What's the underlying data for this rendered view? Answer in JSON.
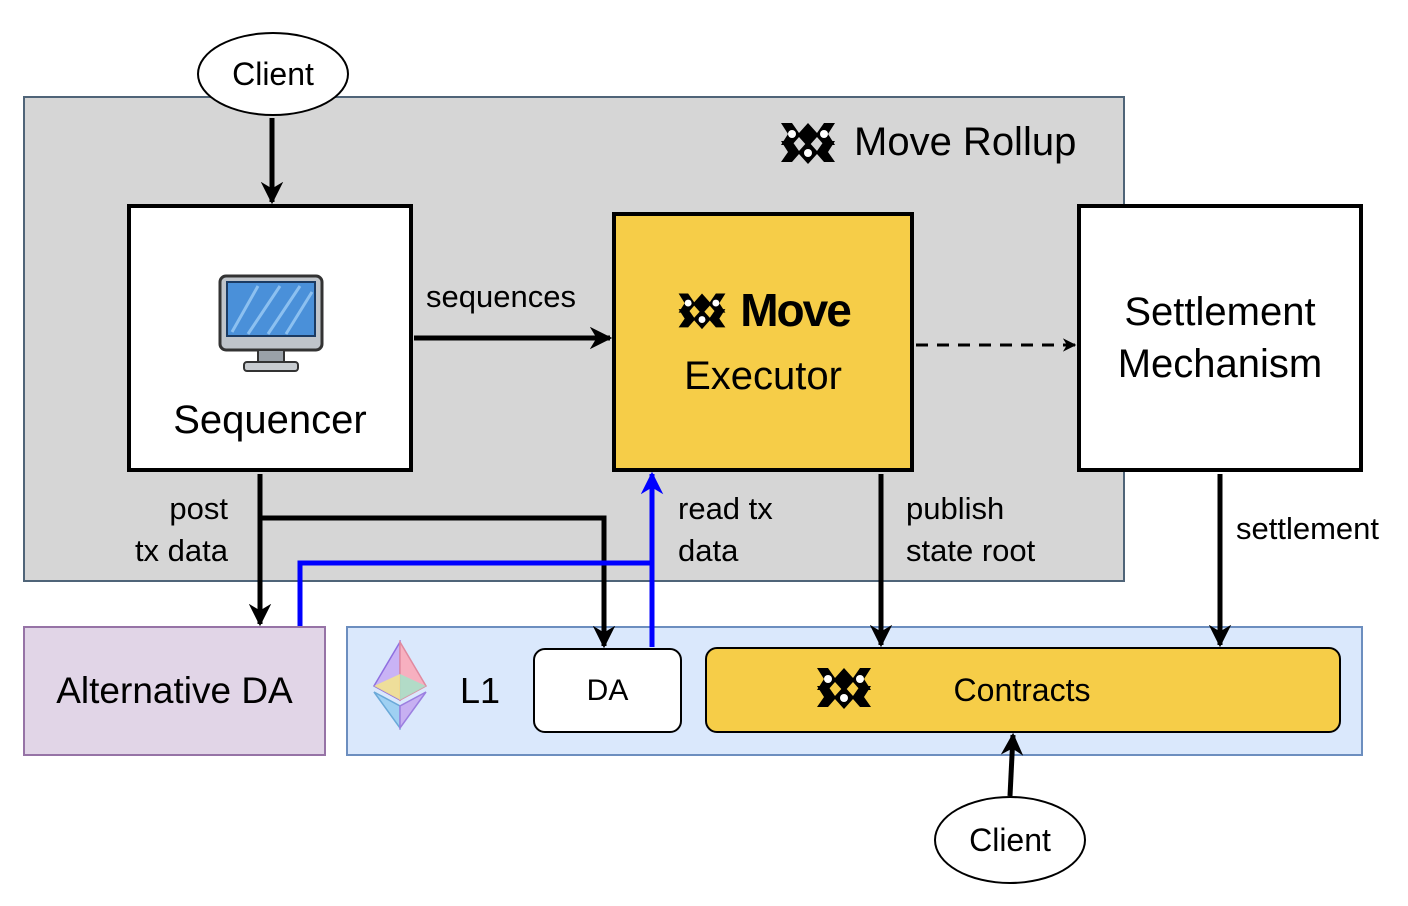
{
  "rollup": {
    "title": "Move Rollup"
  },
  "nodes": {
    "client_top": "Client",
    "client_bottom": "Client",
    "sequencer": "Sequencer",
    "move_brand": "Move",
    "executor": "Executor",
    "settlement_line1": "Settlement",
    "settlement_line2": "Mechanism",
    "alternative_da": "Alternative DA",
    "l1": "L1",
    "da": "DA",
    "contracts": "Contracts"
  },
  "edges": {
    "sequences": "sequences",
    "post_line1": "post",
    "post_line2": "tx data",
    "read_line1": "read tx",
    "read_line2": "data",
    "publish_line1": "publish",
    "publish_line2": "state root",
    "settlement": "settlement"
  },
  "colors": {
    "rollup_bg": "#d6d6d6",
    "executor_fill": "#f6cd48",
    "contracts_fill": "#f6cd48",
    "alt_da_fill": "#e1d5e7",
    "l1_fill": "#dae8fc",
    "read_path": "#0000ff"
  },
  "icons": {
    "move_logo": "move-logo-icon",
    "sequencer": "monitor-icon",
    "l1": "ethereum-icon"
  }
}
